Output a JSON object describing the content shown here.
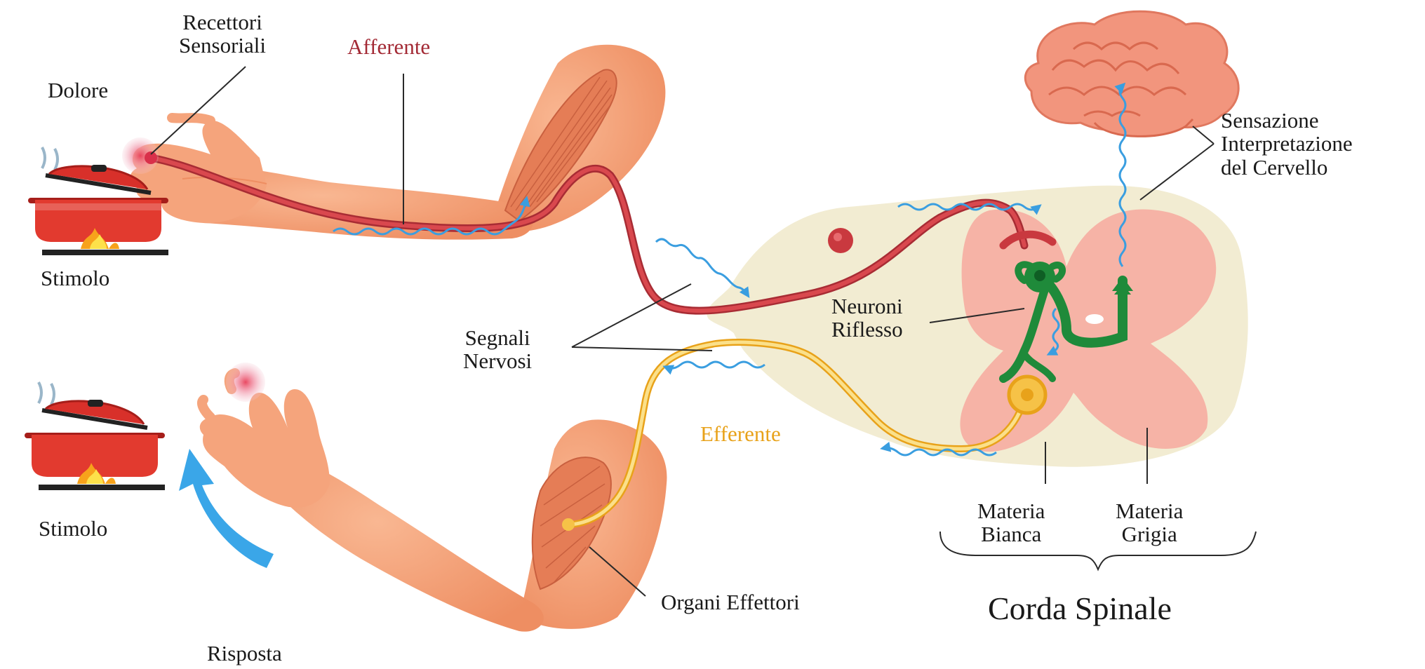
{
  "labels": {
    "recettori": "Recettori\nSensoriali",
    "afferente": "Afferente",
    "dolore": "Dolore",
    "stimolo_top": "Stimolo",
    "stimolo_bottom": "Stimolo",
    "risposta": "Risposta",
    "segnali": "Segnali\nNervosi",
    "neuroni": "Neuroni\nRiflesso",
    "efferente": "Efferente",
    "organi": "Organi Effettori",
    "sensazione": "Sensazione\nInterpretazione\ndel Cervello",
    "materia_bianca": "Materia\nBianca",
    "materia_grigia": "Materia\nGrigia",
    "corda": "Corda Spinale"
  },
  "colors": {
    "skin": "#f5a47c",
    "skin_shadow": "#e8875f",
    "afferent_nerve": "#c9393f",
    "efferent_nerve": "#f6c247",
    "reflex_neuron": "#1f8a3a",
    "signal_wave": "#3a9ee0",
    "white_matter": "#f2ecd2",
    "grey_matter": "#f6b3a6",
    "brain": "#f2957d",
    "pot": "#d8302a",
    "flame": "#f7a21b"
  },
  "icons": [
    "pot-icon",
    "flame-icon",
    "brain-icon",
    "arrow-icon",
    "pain-point-icon"
  ]
}
